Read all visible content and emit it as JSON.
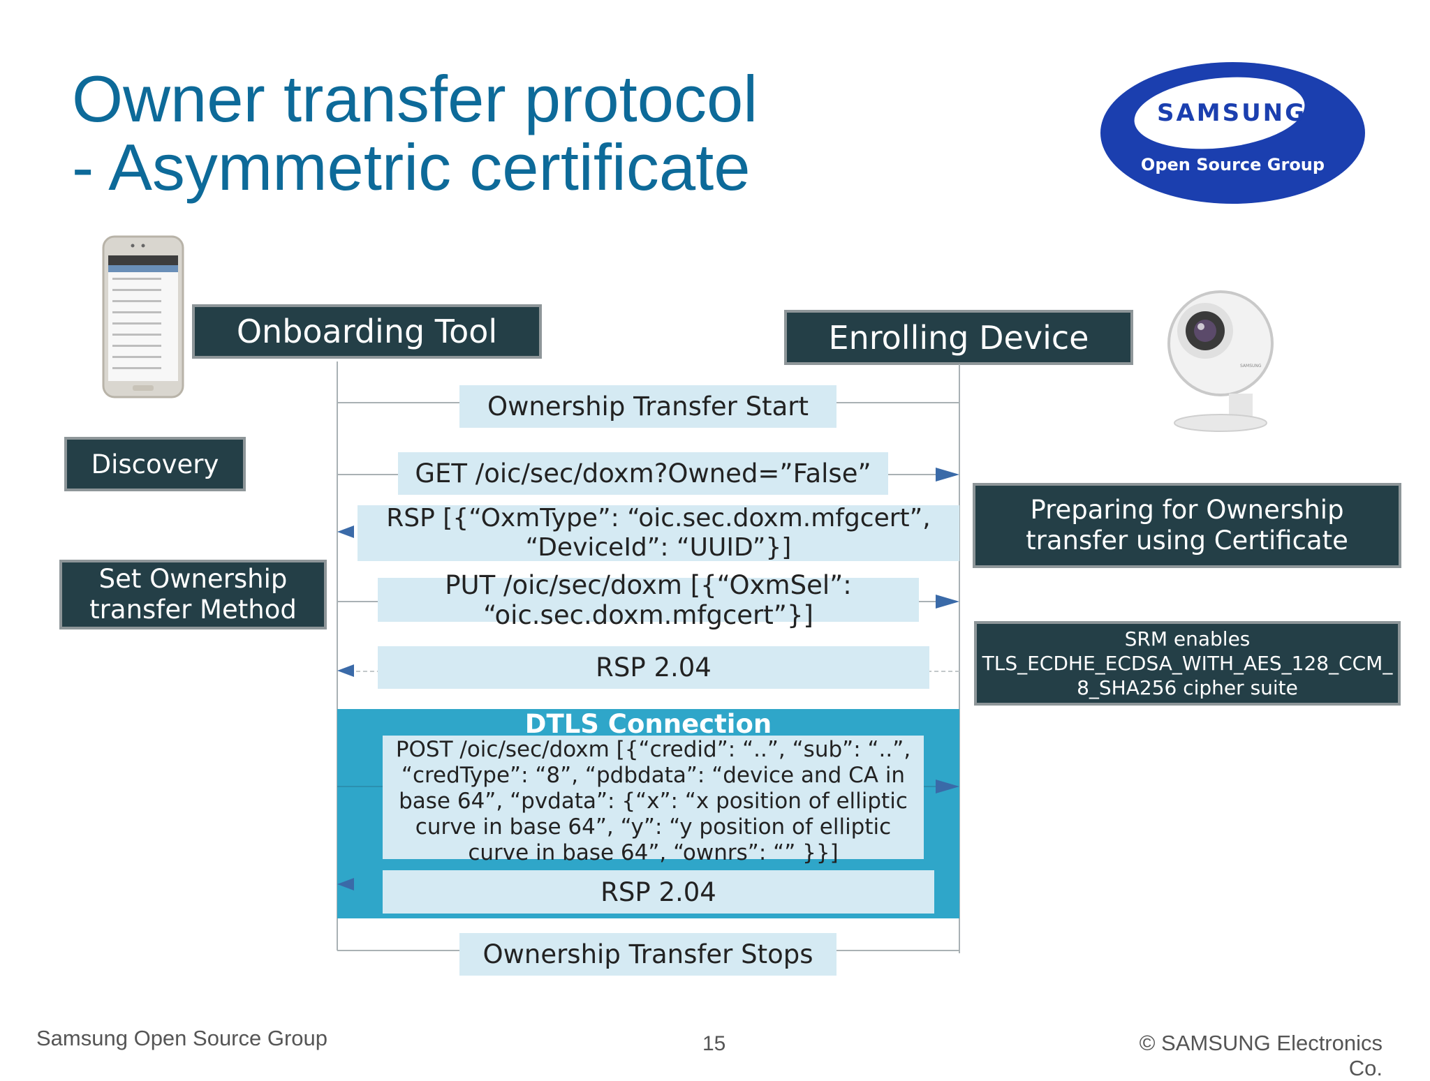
{
  "title": {
    "line1": "Owner transfer protocol",
    "line2": "- Asymmetric certificate"
  },
  "logo": {
    "brand": "SAMSUNG",
    "group": "Open Source Group",
    "color": "#1b3faf"
  },
  "actors": {
    "left": "Onboarding Tool",
    "right": "Enrolling Device"
  },
  "side_labels": {
    "discovery": "Discovery",
    "set_method_line1": "Set Ownership",
    "set_method_line2": "transfer Method",
    "preparing_line1": "Preparing for Ownership",
    "preparing_line2": "transfer using Certificate",
    "srm_line1": "SRM enables",
    "srm_line2": "TLS_ECDHE_ECDSA_WITH_AES_128_CCM_",
    "srm_line3": "8_SHA256 cipher suite"
  },
  "messages": {
    "start": "Ownership Transfer Start",
    "get": "GET /oic/sec/doxm?Owned=”False”",
    "rsp1_line1": "RSP [{“OxmType”: “oic.sec.doxm.mfgcert”,",
    "rsp1_line2": "“DeviceId”: “UUID”}]",
    "put_line1": "PUT /oic/sec/doxm [{“OxmSel”:",
    "put_line2": "“oic.sec.doxm.mfgcert”}]",
    "rsp2": "RSP 2.04",
    "dtls": "DTLS Connection",
    "post_line1": "POST /oic/sec/doxm [{“credid”: “..”, “sub”: “..”,",
    "post_line2": "“credType”: “8”, “pdbdata”: “device and CA in",
    "post_line3": "base 64”, “pvdata”: {“x”: “x position of elliptic",
    "post_line4": "curve in base 64”, “y”: “y position of elliptic",
    "post_line5": "curve in base 64”, “ownrs”: “” }}]",
    "rsp3": "RSP 2.04",
    "stop": "Ownership Transfer Stops"
  },
  "footer": {
    "left": "Samsung Open Source Group",
    "page": "15",
    "right": "© SAMSUNG Electronics Co."
  },
  "colors": {
    "title": "#0d6a99",
    "dark_box": "#243f47",
    "message_bg": "#d5eaf3",
    "dtls_panel": "#2fa6c9",
    "arrow": "#3a6aa8"
  }
}
